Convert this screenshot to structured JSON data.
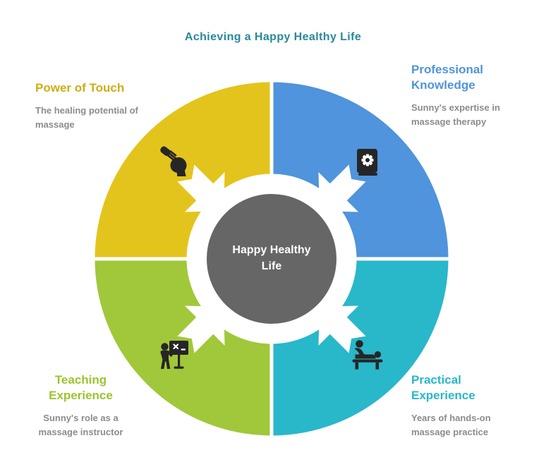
{
  "title": "Achieving a Happy Healthy Life",
  "center": {
    "label": "Happy Healthy Life"
  },
  "quadrants": [
    {
      "id": "power-of-touch",
      "title": "Power of Touch",
      "description": "The healing potential of massage",
      "color": "#e3c41c",
      "label_color": "#cfad12",
      "icon": "hand-massage-icon"
    },
    {
      "id": "professional-knowledge",
      "title": "Professional Knowledge",
      "description": "Sunny's expertise in massage therapy",
      "color": "#4f94dc",
      "label_color": "#4f94dc",
      "icon": "book-gear-icon"
    },
    {
      "id": "practical-experience",
      "title": "Practical Experience",
      "description": "Years of hands-on massage practice",
      "color": "#29b7ca",
      "label_color": "#29b7ca",
      "icon": "massage-practice-icon"
    },
    {
      "id": "teaching-experience",
      "title": "Teaching Experience",
      "description": "Sunny's role as a massage instructor",
      "color": "#a0c83a",
      "label_color": "#9cc42e",
      "icon": "teaching-board-icon"
    }
  ],
  "colors": {
    "title_text": "#2a8899",
    "description_text": "#8c8c8c",
    "center_circle": "#666666",
    "center_text": "#ffffff",
    "icon": "#262626",
    "arrow": "#ffffff",
    "background": "#ffffff"
  }
}
